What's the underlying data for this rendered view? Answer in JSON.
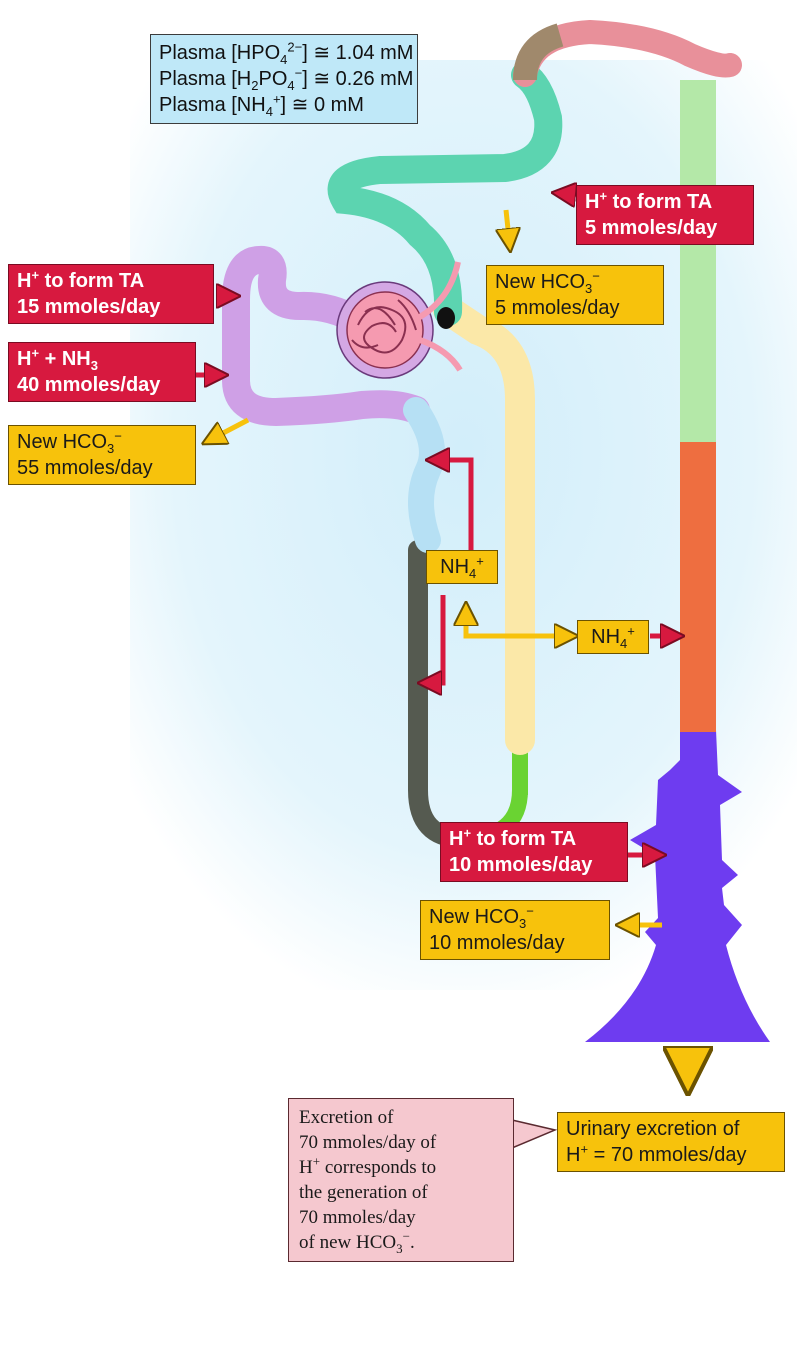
{
  "plasma": {
    "hpo4": [
      "Plasma [HPO",
      "4",
      "2−",
      "] ≅ 1.04 mM"
    ],
    "h2po4": [
      "Plasma [H",
      "2",
      "PO",
      "4",
      "−",
      "] ≅ 0.26 mM"
    ],
    "nh4": [
      "Plasma [NH",
      "4",
      "+",
      "] ≅ 0 mM"
    ]
  },
  "proximal": {
    "ta_line1": [
      "H",
      "+",
      " to form TA"
    ],
    "ta_line2": "15 mmoles/day",
    "nh3_line1": [
      "H",
      "+",
      " + NH",
      "3"
    ],
    "nh3_line2": "40 mmoles/day",
    "hco3_line1": [
      "New HCO",
      "3",
      "−"
    ],
    "hco3_line2": "55 mmoles/day"
  },
  "distal": {
    "ta_line1": [
      "H",
      "+",
      " to form TA"
    ],
    "ta_line2": "5 mmoles/day",
    "hco3_line1": [
      "New HCO",
      "3",
      "−"
    ],
    "hco3_line2": "5 mmoles/day"
  },
  "loop": {
    "nh4": [
      "NH",
      "4",
      "+"
    ]
  },
  "collecting": {
    "nh4": [
      "NH",
      "4",
      "+"
    ],
    "ta_line1": [
      "H",
      "+",
      " to form TA"
    ],
    "ta_line2": "10 mmoles/day",
    "hco3_line1": [
      "New HCO",
      "3",
      "−"
    ],
    "hco3_line2": "10 mmoles/day"
  },
  "urinary": {
    "line1": "Urinary excretion of",
    "line2": [
      "H",
      "+",
      " = 70 mmoles/day"
    ]
  },
  "note": {
    "l1": "Excretion of",
    "l2": "70 mmoles/day of",
    "l3": [
      "H",
      "+",
      " corresponds to"
    ],
    "l4": "the generation of",
    "l5": "70 mmoles/day",
    "l6": [
      "of new HCO",
      "3",
      "−",
      "."
    ]
  },
  "colors": {
    "red_box": "#d7193f",
    "yellow_box": "#f7c20c",
    "plasma_box": "#bfe8f8",
    "note_box": "#f5c8cf",
    "interstitium": "#d2eefa"
  }
}
